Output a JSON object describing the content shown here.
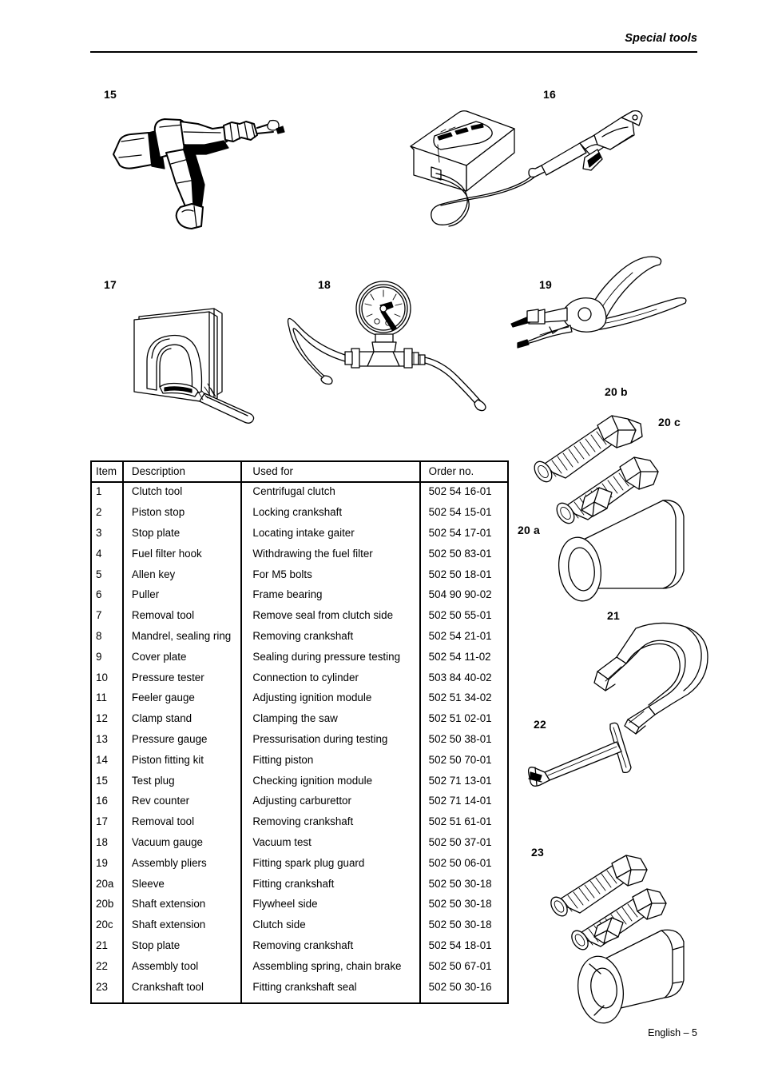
{
  "header": {
    "title": "Special tools"
  },
  "footer": {
    "text": "English – 5"
  },
  "figures": [
    {
      "label": "15",
      "name": "test-plug"
    },
    {
      "label": "16",
      "name": "rev-counter"
    },
    {
      "label": "17",
      "name": "removal-tool"
    },
    {
      "label": "18",
      "name": "vacuum-gauge"
    },
    {
      "label": "19",
      "name": "assembly-pliers"
    },
    {
      "label": "20 a",
      "name": "sleeve"
    },
    {
      "label": "20 b",
      "name": "shaft-extension-flywheel"
    },
    {
      "label": "20 c",
      "name": "shaft-extension-clutch"
    },
    {
      "label": "21",
      "name": "stop-plate"
    },
    {
      "label": "22",
      "name": "assembly-tool"
    },
    {
      "label": "23",
      "name": "crankshaft-tool"
    }
  ],
  "table": {
    "columns": [
      "Item",
      "Description",
      "Used for",
      "Order no."
    ],
    "rows": [
      {
        "item": "1",
        "description": "Clutch tool",
        "used_for": "Centrifugal clutch",
        "order_no": "502 54 16-01"
      },
      {
        "item": "2",
        "description": "Piston stop",
        "used_for": "Locking crankshaft",
        "order_no": "502 54 15-01"
      },
      {
        "item": "3",
        "description": "Stop plate",
        "used_for": "Locating intake gaiter",
        "order_no": "502 54 17-01"
      },
      {
        "item": "4",
        "description": "Fuel filter hook",
        "used_for": "Withdrawing the fuel filter",
        "order_no": "502 50 83-01"
      },
      {
        "item": "5",
        "description": "Allen key",
        "used_for": "For M5 bolts",
        "order_no": "502 50 18-01"
      },
      {
        "item": "6",
        "description": "Puller",
        "used_for": "Frame bearing",
        "order_no": "504 90 90-02"
      },
      {
        "item": "7",
        "description": "Removal tool",
        "used_for": "Remove seal from clutch side",
        "order_no": "502 50 55-01"
      },
      {
        "item": "8",
        "description": "Mandrel, sealing ring",
        "used_for": "Removing crankshaft",
        "order_no": "502 54 21-01"
      },
      {
        "item": "9",
        "description": "Cover plate",
        "used_for": "Sealing during pressure testing",
        "order_no": "502 54 11-02"
      },
      {
        "item": "10",
        "description": "Pressure tester",
        "used_for": "Connection to cylinder",
        "order_no": "503 84 40-02"
      },
      {
        "item": "11",
        "description": "Feeler gauge",
        "used_for": "Adjusting ignition module",
        "order_no": "502 51 34-02"
      },
      {
        "item": "12",
        "description": "Clamp stand",
        "used_for": "Clamping the saw",
        "order_no": "502 51 02-01"
      },
      {
        "item": "13",
        "description": "Pressure gauge",
        "used_for": "Pressurisation during testing",
        "order_no": "502 50 38-01"
      },
      {
        "item": "14",
        "description": "Piston fitting kit",
        "used_for": "Fitting piston",
        "order_no": "502 50 70-01"
      },
      {
        "item": "15",
        "description": "Test plug",
        "used_for": "Checking ignition module",
        "order_no": "502 71 13-01"
      },
      {
        "item": "16",
        "description": "Rev counter",
        "used_for": "Adjusting carburettor",
        "order_no": "502 71 14-01"
      },
      {
        "item": "17",
        "description": "Removal tool",
        "used_for": "Removing crankshaft",
        "order_no": "502 51 61-01"
      },
      {
        "item": "18",
        "description": "Vacuum gauge",
        "used_for": "Vacuum test",
        "order_no": "502 50 37-01"
      },
      {
        "item": "19",
        "description": "Assembly pliers",
        "used_for": "Fitting spark plug guard",
        "order_no": "502 50 06-01"
      },
      {
        "item": "20a",
        "description": "Sleeve",
        "used_for": "Fitting crankshaft",
        "order_no": "502 50 30-18"
      },
      {
        "item": "20b",
        "description": "Shaft extension",
        "used_for": "Flywheel side",
        "order_no": "502 50 30-18"
      },
      {
        "item": "20c",
        "description": "Shaft extension",
        "used_for": "Clutch side",
        "order_no": "502 50 30-18"
      },
      {
        "item": "21",
        "description": "Stop plate",
        "used_for": "Removing crankshaft",
        "order_no": "502 54 18-01"
      },
      {
        "item": "22",
        "description": "Assembly tool",
        "used_for": "Assembling spring, chain brake",
        "order_no": "502 50 67-01"
      },
      {
        "item": "23",
        "description": "Crankshaft tool",
        "used_for": "Fitting crankshaft seal",
        "order_no": "502 50 30-16"
      }
    ]
  },
  "colors": {
    "ink": "#000000",
    "paper": "#ffffff"
  }
}
